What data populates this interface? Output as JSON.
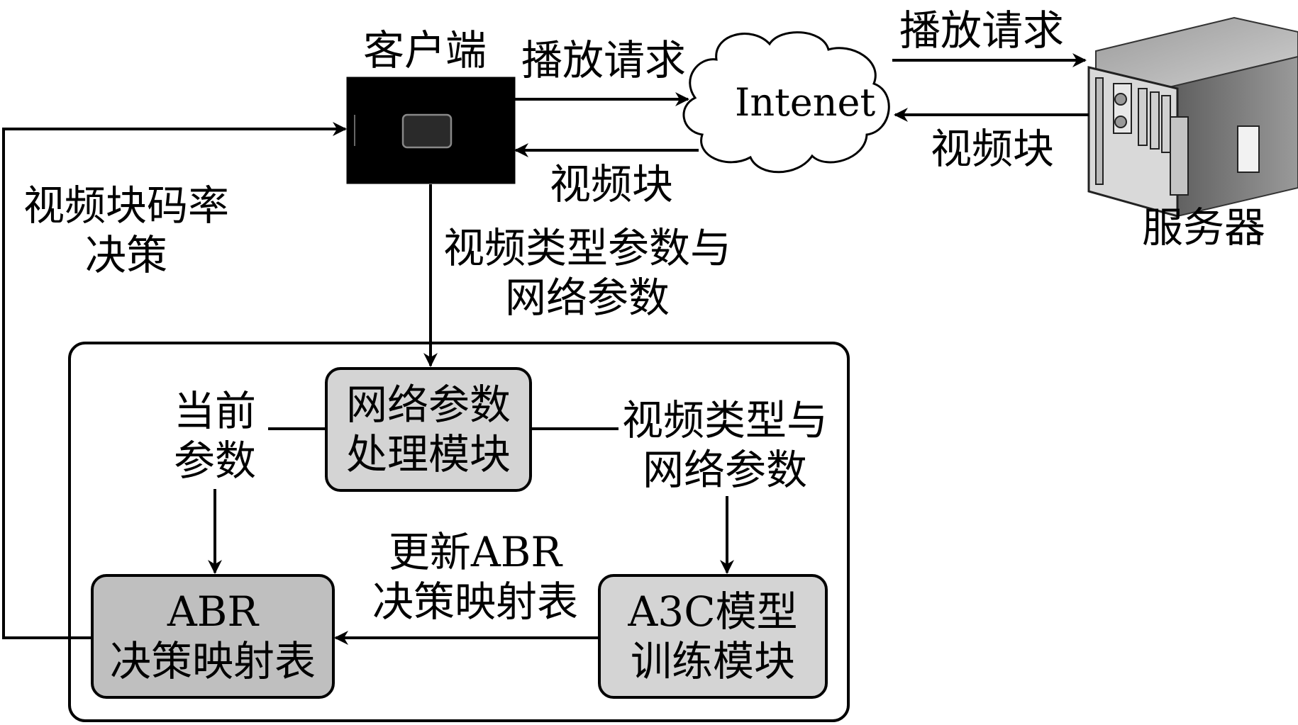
{
  "client": {
    "label": "客户端"
  },
  "server": {
    "label": "服务器"
  },
  "internet": {
    "label": "Intenet"
  },
  "edges": {
    "play_request_client": "播放请求",
    "video_chunk_client": "视频块",
    "play_request_server": "播放请求",
    "video_chunk_server": "视频块",
    "bitrate_decision": [
      "视频块码率",
      "决策"
    ],
    "params_down": [
      "视频类型参数与",
      "网络参数"
    ],
    "current_params": [
      "当前",
      "参数"
    ],
    "video_type_network": [
      "视频类型与",
      "网络参数"
    ],
    "update_abr": [
      "更新ABR",
      "决策映射表"
    ]
  },
  "modules": {
    "network_processing": [
      "网络参数",
      "处理模块"
    ],
    "abr_table": [
      "ABR",
      "决策映射表"
    ],
    "a3c_training": [
      "A3C模型",
      "训练模块"
    ]
  },
  "colors": {
    "module_fill": "#d4d4d4",
    "abr_fill": "#bfbfbf",
    "client_fill": "#000000",
    "stroke": "#000000"
  }
}
